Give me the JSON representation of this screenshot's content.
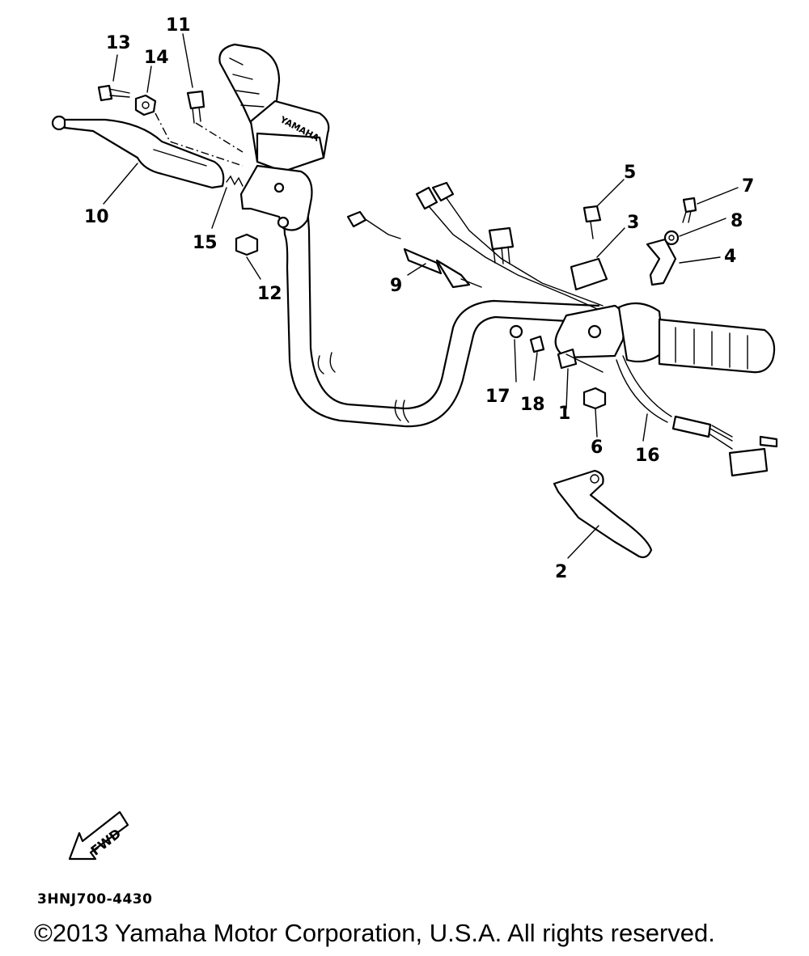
{
  "diagram": {
    "fwd_arrow_text": "FWD",
    "grip_brand_text": "YAMAHA",
    "callouts": [
      {
        "id": "c1",
        "text": "1"
      },
      {
        "id": "c2",
        "text": "2"
      },
      {
        "id": "c3",
        "text": "3"
      },
      {
        "id": "c4",
        "text": "4"
      },
      {
        "id": "c5",
        "text": "5"
      },
      {
        "id": "c6",
        "text": "6"
      },
      {
        "id": "c7",
        "text": "7"
      },
      {
        "id": "c8",
        "text": "8"
      },
      {
        "id": "c9",
        "text": "9"
      },
      {
        "id": "c10",
        "text": "10"
      },
      {
        "id": "c11",
        "text": "11"
      },
      {
        "id": "c12",
        "text": "12"
      },
      {
        "id": "c13",
        "text": "13"
      },
      {
        "id": "c14",
        "text": "14"
      },
      {
        "id": "c15",
        "text": "15"
      },
      {
        "id": "c16",
        "text": "16"
      },
      {
        "id": "c17",
        "text": "17"
      },
      {
        "id": "c18",
        "text": "18"
      }
    ]
  },
  "footer": {
    "diagram_code": "3HNJ700-4430",
    "copyright": "©2013 Yamaha Motor Corporation, U.S.A. All rights reserved."
  }
}
